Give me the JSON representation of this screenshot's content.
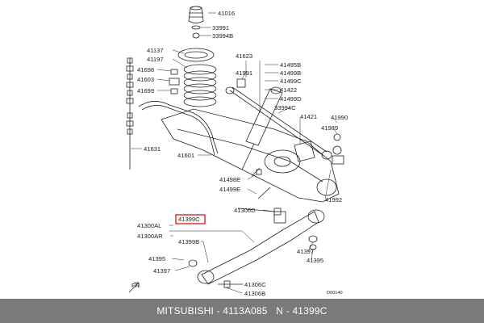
{
  "parts": {
    "p41016": "41016",
    "p33991": "33991",
    "p33994B": "33994B",
    "p41137": "41137",
    "p41197": "41197",
    "p41623": "41623",
    "p41495B": "41495B",
    "p41991": "41991",
    "p41499B": "41499B",
    "p41499C": "41499C",
    "p41698": "41698",
    "p41603": "41603",
    "p41422": "41422",
    "p41699": "41699",
    "p41499D": "41499D",
    "p33994C": "33994C",
    "p41421": "41421",
    "p41990": "41990",
    "p41989": "41989",
    "p41631": "41631",
    "p41601": "41601",
    "p41498E": "41498E",
    "p41499E": "41499E",
    "p41992": "41992",
    "p41306D": "41306D",
    "p41399C": "41399C",
    "p41300AL": "41300AL",
    "p41300AR": "41300AR",
    "p41399B": "41399B",
    "p41397_right": "41397",
    "p41395_right": "41395",
    "p41395_left": "41395",
    "p41397_left": "41397",
    "p41306C": "41306C",
    "p41306B": "41306B"
  },
  "fr_label": "FR",
  "diagram_code": "D00140",
  "highlight_color": "#e00000",
  "footer": {
    "brand": "MITSUBISHI",
    "part_number": "4113A085",
    "n_label": "N",
    "n_value": "41399C"
  }
}
